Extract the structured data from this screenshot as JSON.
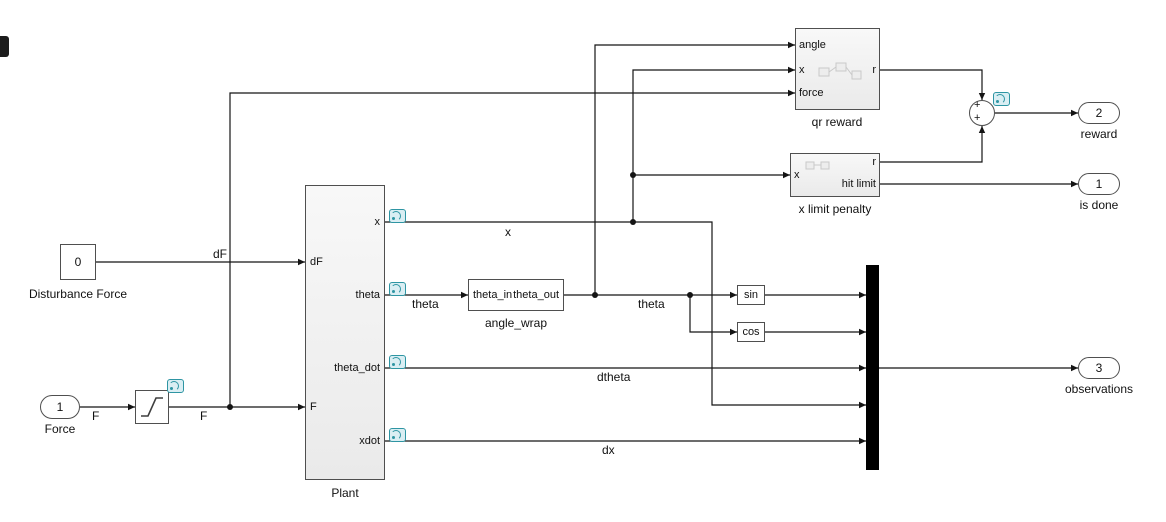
{
  "blocks": {
    "disturbance_force": {
      "value": "0",
      "label": "Disturbance Force"
    },
    "force_inport": {
      "port_number": "1",
      "label": "Force"
    },
    "saturation": {
      "icon": "saturation-curve-icon"
    },
    "plant": {
      "label": "Plant",
      "inputs": [
        "dF",
        "F"
      ],
      "outputs": [
        "x",
        "theta",
        "theta_dot",
        "xdot"
      ]
    },
    "angle_wrap": {
      "label": "angle_wrap",
      "input": "theta_in",
      "output": "theta_out"
    },
    "qr_reward": {
      "label": "qr reward",
      "inputs": [
        "angle",
        "x",
        "force"
      ],
      "output": "r"
    },
    "x_limit_penalty": {
      "label": "x limit penalty",
      "input": "x",
      "output_reward": "r",
      "output_flag": "hit limit"
    },
    "sin_block": {
      "text": "sin"
    },
    "cos_block": {
      "text": "cos"
    },
    "mux": {
      "icon": "mux-bar"
    },
    "sum": {
      "signs": [
        "+",
        "+"
      ]
    },
    "reward_outport": {
      "port_number": "2",
      "label": "reward"
    },
    "is_done_outport": {
      "port_number": "1",
      "label": "is done"
    },
    "observations_outport": {
      "port_number": "3",
      "label": "observations"
    }
  },
  "signal_labels": {
    "dF": "dF",
    "F_in": "F",
    "F_limited": "F",
    "x": "x",
    "theta_raw": "theta",
    "theta_wrapped": "theta",
    "dtheta": "dtheta",
    "dx": "dx"
  },
  "badges": {
    "type": "signal-logging-badge",
    "accent_color": "#2e95a3"
  },
  "colors": {
    "wire": "#141414",
    "mux_fill": "#000000",
    "subsystem_fill": "#f3f3f3"
  }
}
